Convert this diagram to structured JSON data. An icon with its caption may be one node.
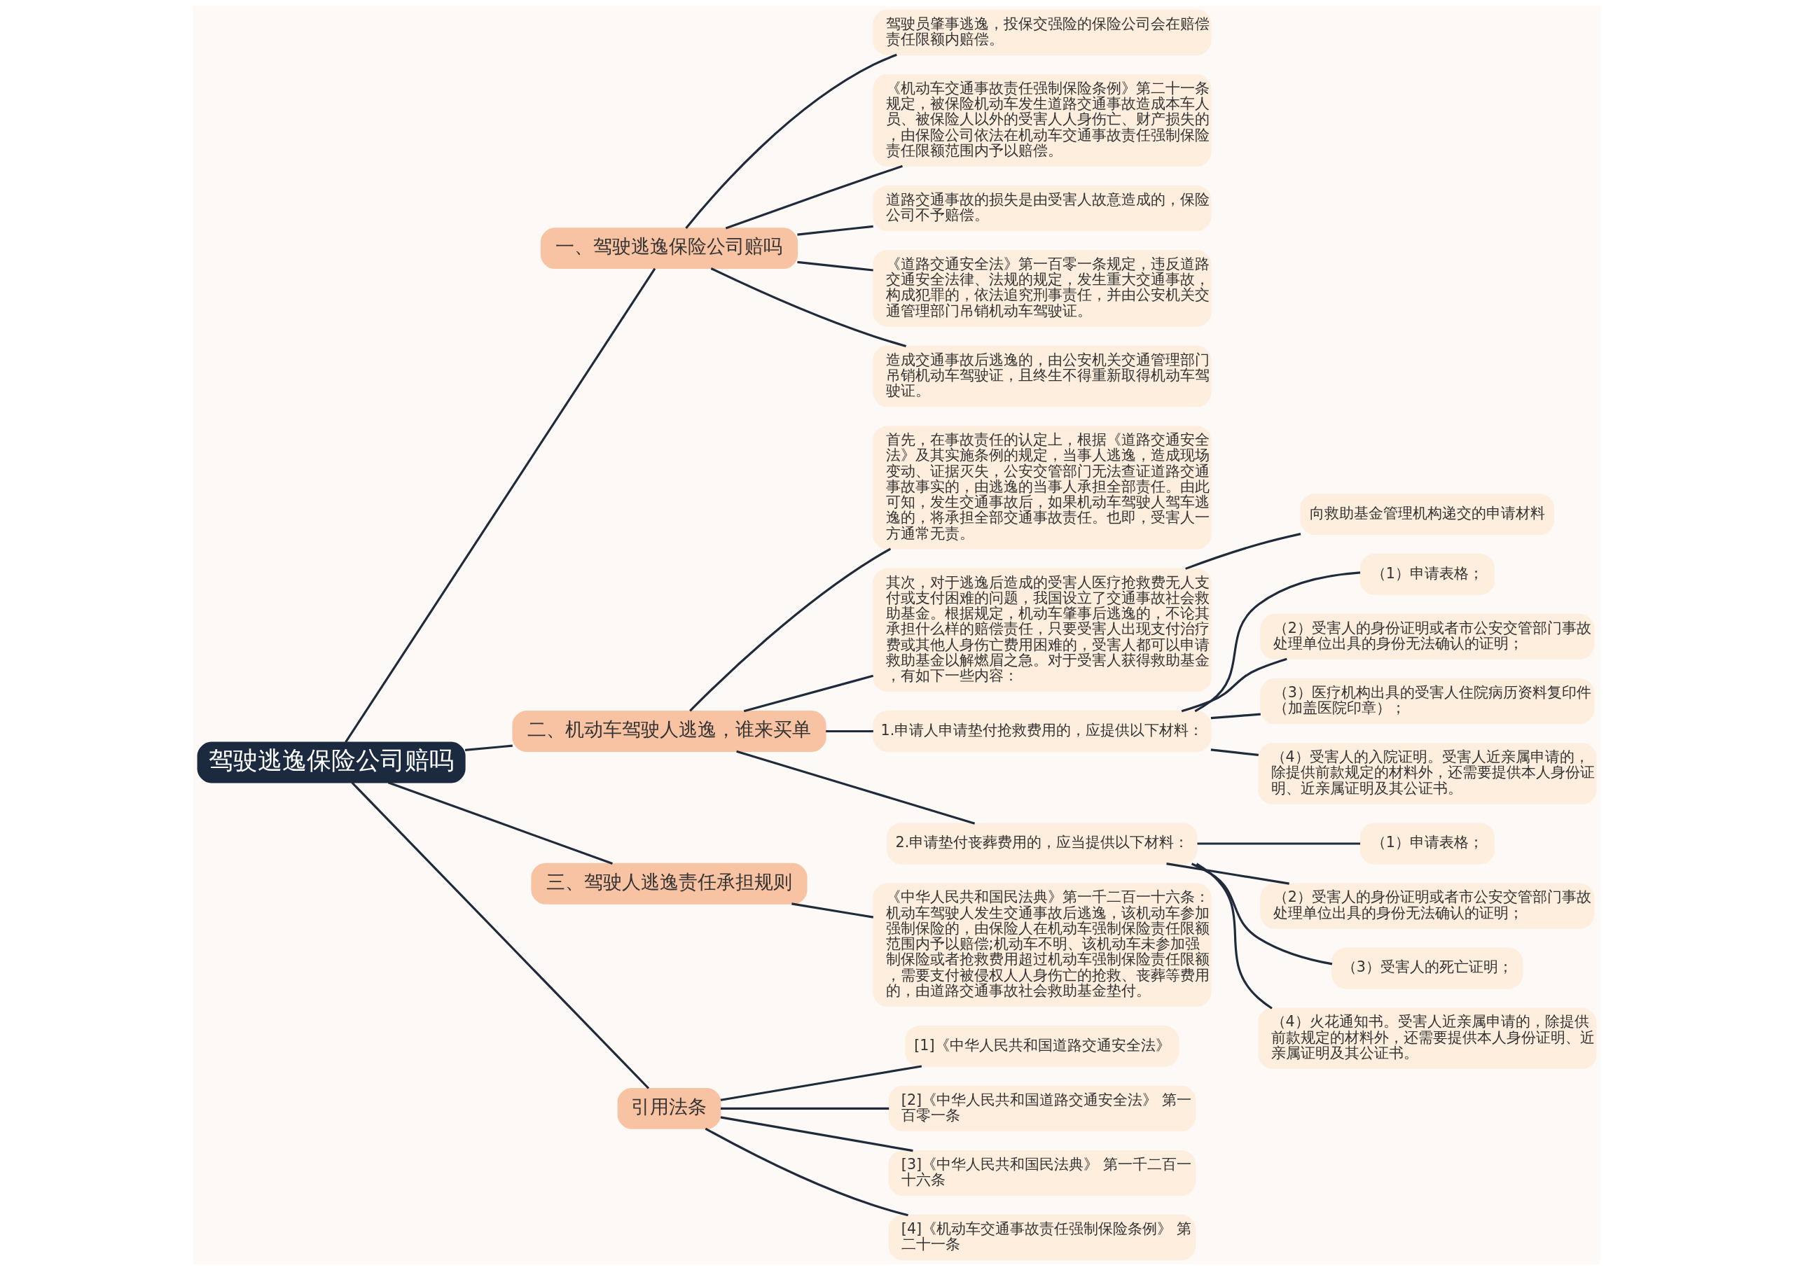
{
  "diagram": {
    "nodes": [
      {
        "text": [
          "驾驶逃逸保险公司赔吗"
        ]
      },
      {
        "text": [
          "一、驾驶逃逸保险公司赔吗"
        ]
      },
      {
        "text": [
          "驾驶员肇事逃逸，投保交强险的保险公司会在赔偿责任限额内赔偿。"
        ]
      },
      {
        "text": [
          "《机动车交通事故责任强制保险条例》第二十一条规定，被保险机动车发生道路交通事故造成本车人员、被保险人以外的受害人人身伤亡、财产损失的，由保险公司依法在机动车交通事故责任强制保险责任限额范围内予以赔偿。"
        ]
      },
      {
        "text": [
          "道路交通事故的损失是由受害人故意造成的，保险公司不予赔偿。"
        ]
      },
      {
        "text": [
          "《道路交通安全法》第一百零一条规定，违反道路交通安全法律、法规的规定，发生重大交通事故，构成犯罪的，依法追究刑事责任，并由公安机关交通管理部门吊销机动车驾驶证。"
        ]
      },
      {
        "text": [
          "造成交通事故后逃逸的，由公安机关交通管理部门吊销机动车驾驶证，且终生不得重新取得机动车驾驶证。"
        ]
      },
      {
        "text": [
          "二、机动车驾驶人逃逸，谁来买单"
        ]
      },
      {
        "text": [
          "首先，在事故责任的认定上，根据《道路交通安全法》及其实施条例的规定，当事人逃逸，造成现场变动、证据灭失，公安交管部门无法查证道路交通事故事实的，由逃逸的当事人承担全部责任。由此可知，发生交通事故后，如果机动车驾驶人驾车逃逸的，将承担全部交通事故责任。也即，受害人一方通常无责。"
        ]
      },
      {
        "text": [
          "其次，对于逃逸后造成的受害人医疗抢救费无人支付或支付困难的问题，我国设立了交通事故社会救助基金。根据规定，机动车肇事后逃逸的，不论其承担什么样的赔偿责任，只要受害人出现支付治疗费或其他人身伤亡费用困难的，受害人都可以申请救助基金以解燃眉之急。对于受害人获得救助基金，有如下一些内容："
        ]
      },
      {
        "text": [
          "向救助基金管理机构递交的申请材料"
        ]
      },
      {
        "text": [
          "1.申请人申请垫付抢救费用的，应提供以下材料："
        ]
      },
      {
        "text": [
          "（1）申请表格；"
        ]
      },
      {
        "text": [
          "（2）受害人的身份证明或者市公安交管部门事故处理单位出具的身份无法确认的证明；"
        ]
      },
      {
        "text": [
          "（3）医疗机构出具的受害人住院病历资料复印件（加盖医院印章）；"
        ]
      },
      {
        "text": [
          "（4）受害人的入院证明。受害人近亲属申请的，除提供前款规定的材料外，还需要提供本人身份证明、近亲属证明及其公证书。"
        ]
      },
      {
        "text": [
          "2.申请垫付丧葬费用的，应当提供以下材料："
        ]
      },
      {
        "text": [
          "（1）申请表格；"
        ]
      },
      {
        "text": [
          "（2）受害人的身份证明或者市公安交管部门事故处理单位出具的身份无法确认的证明；"
        ]
      },
      {
        "text": [
          "（3）受害人的死亡证明；"
        ]
      },
      {
        "text": [
          "（4）火花通知书。受害人近亲属申请的，除提供前款规定的材料外，还需要提供本人身份证明、近亲属证明及其公证书。"
        ]
      },
      {
        "text": [
          "三、驾驶人逃逸责任承担规则"
        ]
      },
      {
        "text": [
          "《中华人民共和国民法典》第一千二百一十六条：机动车驾驶人发生交通事故后逃逸，该机动车参加强制保险的，由保险人在机动车强制保险责任限额范围内予以赔偿;机动车不明、该机动车未参加强制保险或者抢救费用超过机动车强制保险责任限额，需要支付被侵权人人身伤亡的抢救、丧葬等费用的，由道路交通事故社会救助基金垫付。"
        ]
      },
      {
        "text": [
          "引用法条"
        ]
      },
      {
        "text": [
          "[1]《中华人民共和国道路交通安全法》"
        ]
      },
      {
        "text": [
          "[2]《中华人民共和国道路交通安全法》 第一百零一条"
        ]
      },
      {
        "text": [
          "[3]《中华人民共和国民法典》 第一千二百一十六条"
        ]
      },
      {
        "text": [
          "[4]《机动车交通事故责任强制保险条例》 第二十一条"
        ]
      }
    ],
    "edges": [
      {
        "from": 0,
        "to": 1,
        "arrow": "none"
      },
      {
        "from": 1,
        "to": 2,
        "arrow": "none"
      },
      {
        "from": 1,
        "to": 3,
        "arrow": "none"
      },
      {
        "from": 1,
        "to": 4,
        "arrow": "none"
      },
      {
        "from": 1,
        "to": 5,
        "arrow": "none"
      },
      {
        "from": 1,
        "to": 6,
        "arrow": "none"
      },
      {
        "from": 0,
        "to": 7,
        "arrow": "none"
      },
      {
        "from": 7,
        "to": 8,
        "arrow": "none"
      },
      {
        "from": 7,
        "to": 9,
        "arrow": "none"
      },
      {
        "from": 9,
        "to": 10,
        "arrow": "none"
      },
      {
        "from": 7,
        "to": 11,
        "arrow": "none"
      },
      {
        "from": 11,
        "to": 12,
        "arrow": "none"
      },
      {
        "from": 11,
        "to": 13,
        "arrow": "none"
      },
      {
        "from": 11,
        "to": 14,
        "arrow": "none"
      },
      {
        "from": 11,
        "to": 15,
        "arrow": "none"
      },
      {
        "from": 7,
        "to": 16,
        "arrow": "none"
      },
      {
        "from": 16,
        "to": 17,
        "arrow": "none"
      },
      {
        "from": 16,
        "to": 18,
        "arrow": "none"
      },
      {
        "from": 16,
        "to": 19,
        "arrow": "none"
      },
      {
        "from": 16,
        "to": 20,
        "arrow": "none"
      },
      {
        "from": 0,
        "to": 21,
        "arrow": "none"
      },
      {
        "from": 21,
        "to": 22,
        "arrow": "none"
      },
      {
        "from": 0,
        "to": 23,
        "arrow": "none"
      },
      {
        "from": 23,
        "to": 24,
        "arrow": "none"
      },
      {
        "from": 23,
        "to": 25,
        "arrow": "none"
      },
      {
        "from": 23,
        "to": 26,
        "arrow": "none"
      },
      {
        "from": 23,
        "to": 27,
        "arrow": "none"
      }
    ]
  }
}
